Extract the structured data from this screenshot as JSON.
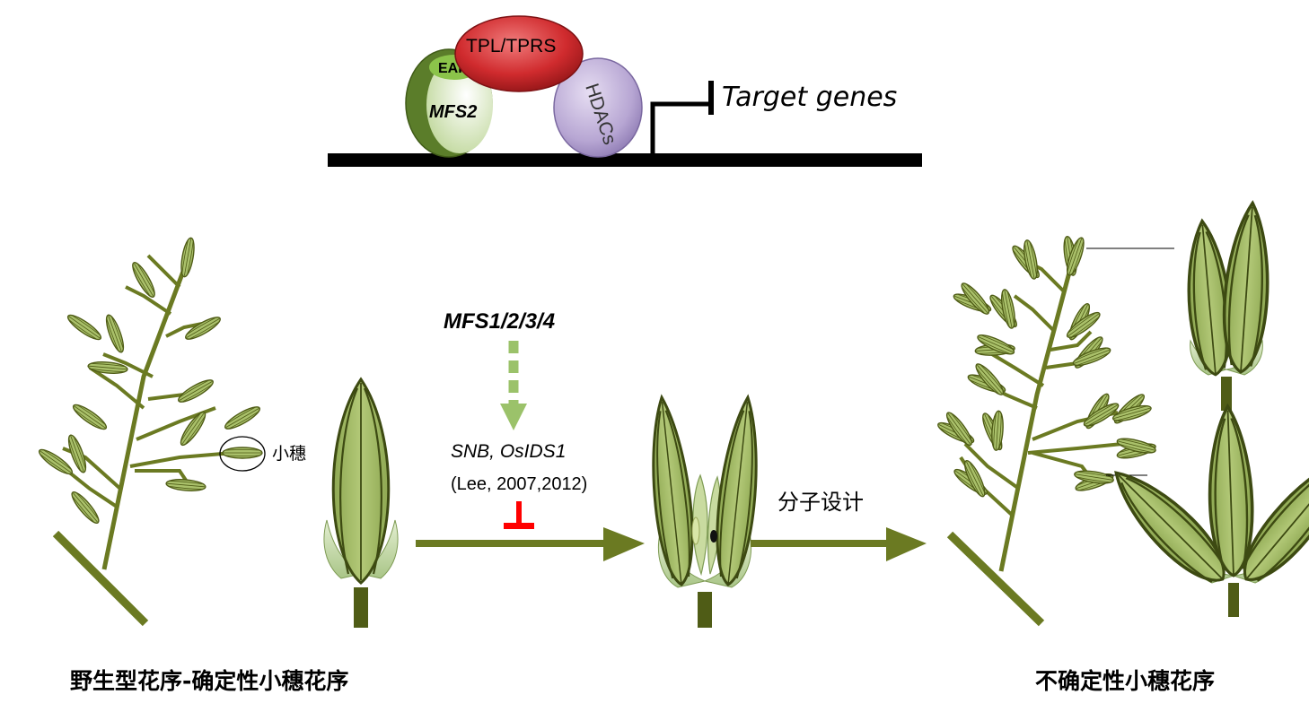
{
  "complex": {
    "repressor_label": "TPL/TPRS",
    "ear_label": "EAR",
    "mfs2_label": "MFS2",
    "hdac_label": "HDACs",
    "target_label": "Target genes"
  },
  "pathway": {
    "regulators_label": "MFS1/2/3/4",
    "genes_label": "SNB, OsIDS1",
    "citation_label": "(Lee, 2007,2012)",
    "design_label": "分子设计"
  },
  "panicles": {
    "spikelet_callout": "小穗",
    "left_caption": "野生型花序-确定性小穗花序",
    "right_caption": "不确定性小穗花序"
  },
  "colors": {
    "stem": "#6b7a22",
    "stem_dark": "#4f5c16",
    "glume_fill": "#a9c06a",
    "glume_stripe": "#3d4a12",
    "tpl_red": "#c6262b",
    "hdac_purple": "#b9a9d4",
    "mfs2_dark_green": "#5b7d2a",
    "ear_green": "#8bc34a",
    "pale_green_arrow": "#9bc26a",
    "inhibit_red": "#ff0000",
    "dna_black": "#000000"
  }
}
